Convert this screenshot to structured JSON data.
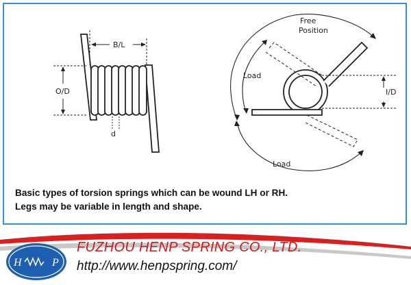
{
  "diagram": {
    "labels": {
      "bl": "B/L",
      "od": "O/D",
      "d": "d",
      "free_position_1": "Free",
      "free_position_2": "Position",
      "load_upper": "Load",
      "load_lower": "Load",
      "id": "I/D"
    },
    "caption": {
      "line1": "Basic types of torsion springs which can be wound LH or RH.",
      "line2": "Legs may be variable in length and shape."
    }
  },
  "footer": {
    "company": "FUZHOU HENP SPRING CO., LTD.",
    "url": "http://www.henpspring.com/",
    "logo_text_left": "H",
    "logo_text_right": "P"
  },
  "colors": {
    "frame": "#3a8fd6",
    "company": "#cc1b1b",
    "logo_blue": "#1f5fb0",
    "swoosh": "#d82020"
  }
}
